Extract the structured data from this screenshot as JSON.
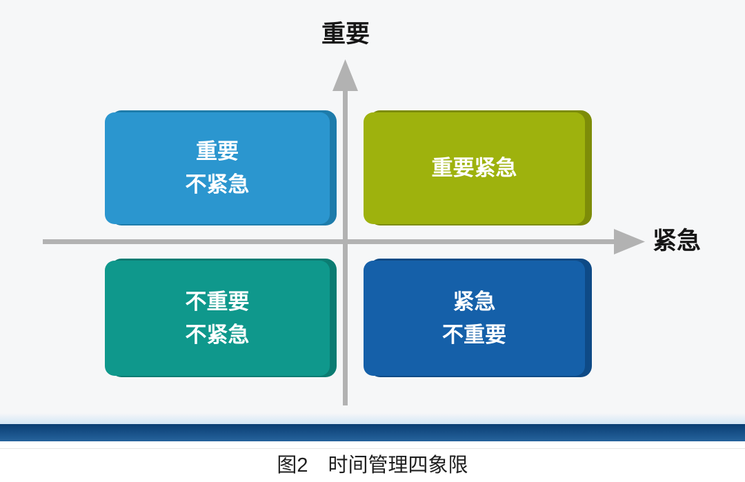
{
  "chart": {
    "type": "quadrant-diagram",
    "y_axis_label": "重要",
    "x_axis_label": "紧急",
    "axis_color": "#b2b2b2"
  },
  "quadrants": {
    "top_left": {
      "line1": "重要",
      "line2": "不紧急",
      "fill": "#2b96cf",
      "edge": "#1e7cab"
    },
    "top_right": {
      "line1": "重要紧急",
      "line2": "",
      "fill": "#9eb20d",
      "edge": "#7d8c08"
    },
    "bottom_left": {
      "line1": "不重要",
      "line2": "不紧急",
      "fill": "#0f988c",
      "edge": "#0b7c72"
    },
    "bottom_right": {
      "line1": "紧急",
      "line2": "不重要",
      "fill": "#1560a9",
      "edge": "#0e4a86"
    }
  },
  "footer": {
    "bar_color": "#0d5191",
    "caption": "图2　时间管理四象限"
  }
}
